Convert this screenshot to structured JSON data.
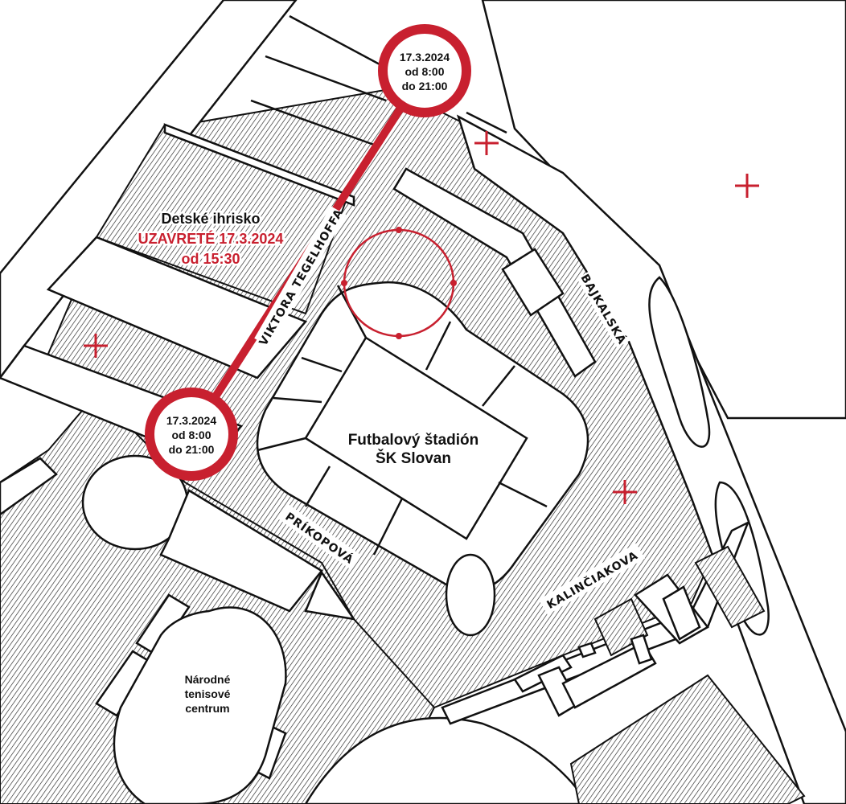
{
  "colors": {
    "accent_red": "#c8202f",
    "line": "#111111",
    "background": "#ffffff"
  },
  "stadium": {
    "line1": "Futbalový štadión",
    "line2": "ŠK Slovan"
  },
  "playground": {
    "title": "Detské ihrisko",
    "closed": "UZAVRETÉ 17.3.2024",
    "time": "od 15:30"
  },
  "tennis": {
    "line1": "Národné",
    "line2": "tenisové",
    "line3": "centrum"
  },
  "streets": {
    "tegelhoffa": "VIKTORA TEGELHOFFA",
    "bajkalska": "BAJKALSKÁ",
    "prikopova": "PRÍKOPOVÁ",
    "kalinciakova": "KALINČIAKOVA"
  },
  "closures": [
    {
      "date": "17.3.2024",
      "from": "od 8:00",
      "to": "do 21:00"
    },
    {
      "date": "17.3.2024",
      "from": "od 8:00",
      "to": "do 21:00"
    }
  ],
  "icons": [
    "cross-marker-icon",
    "closure-badge-icon"
  ]
}
